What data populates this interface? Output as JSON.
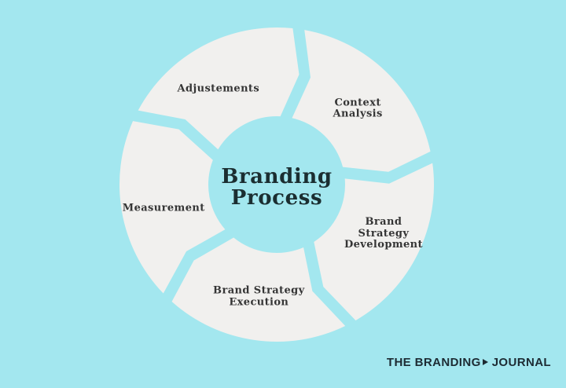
{
  "background_color": "#a3e7ef",
  "diagram": {
    "type": "process-cycle",
    "arrow_direction": "clockwise",
    "title": "Branding\nProcess",
    "title_color": "#1b2e31",
    "segment_color": "#f1f0ee",
    "label_color": "#353535",
    "segments": [
      {
        "label": "Context\nAnalysis",
        "start_angle": 8,
        "label_angle": 47,
        "label_radius": 141
      },
      {
        "label": "Brand\nStrategy\nDevelopment",
        "start_angle": 80,
        "label_angle": 115,
        "label_radius": 150
      },
      {
        "label": "Brand Strategy\nExecution",
        "start_angle": 152,
        "label_angle": 189,
        "label_radius": 145
      },
      {
        "label": "Measurement",
        "start_angle": 224,
        "label_angle": 258,
        "label_radius": 147
      },
      {
        "label": "Adjustements",
        "start_angle": 296,
        "label_angle": 328.5,
        "label_radius": 142
      }
    ]
  },
  "footer": {
    "logo_text_1": "THE BRANDING",
    "logo_text_2": "JOURNAL",
    "logo_arrow_icon": "right-arrow",
    "logo_color": "#1d2b33"
  }
}
